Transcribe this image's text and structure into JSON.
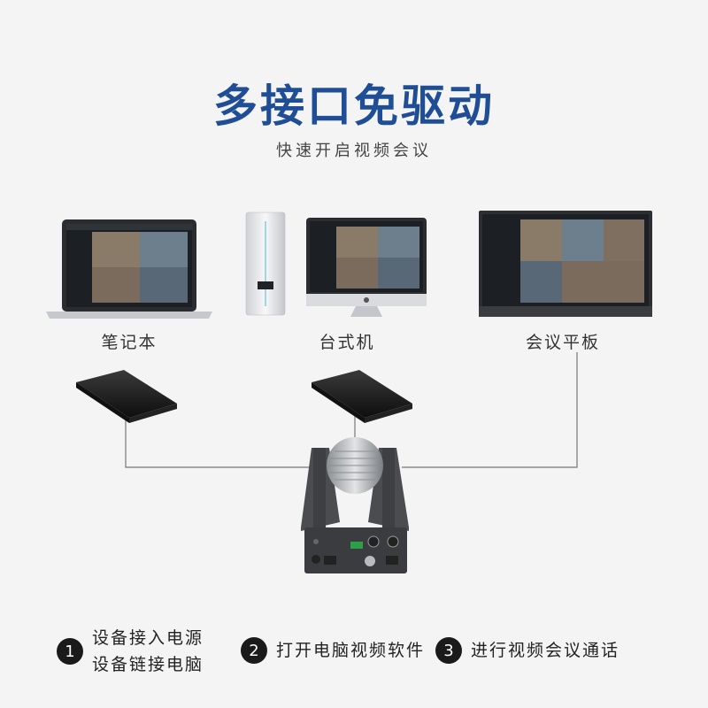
{
  "title": "多接口免驱动",
  "subtitle": "快速开启视频会议",
  "devices": {
    "laptop_label": "笔记本",
    "desktop_label": "台式机",
    "panel_label": "会议平板"
  },
  "steps": [
    {
      "num": "1",
      "lines": [
        "设备接入电源",
        "设备链接电脑"
      ]
    },
    {
      "num": "2",
      "lines": [
        "打开电脑视频软件"
      ]
    },
    {
      "num": "3",
      "lines": [
        "进行视频会议通话"
      ]
    }
  ],
  "colors": {
    "title": "#1f4e96",
    "background": "#f4f4f4",
    "camera_body": "#4a4c50",
    "screen_bg": "#1c2024"
  }
}
